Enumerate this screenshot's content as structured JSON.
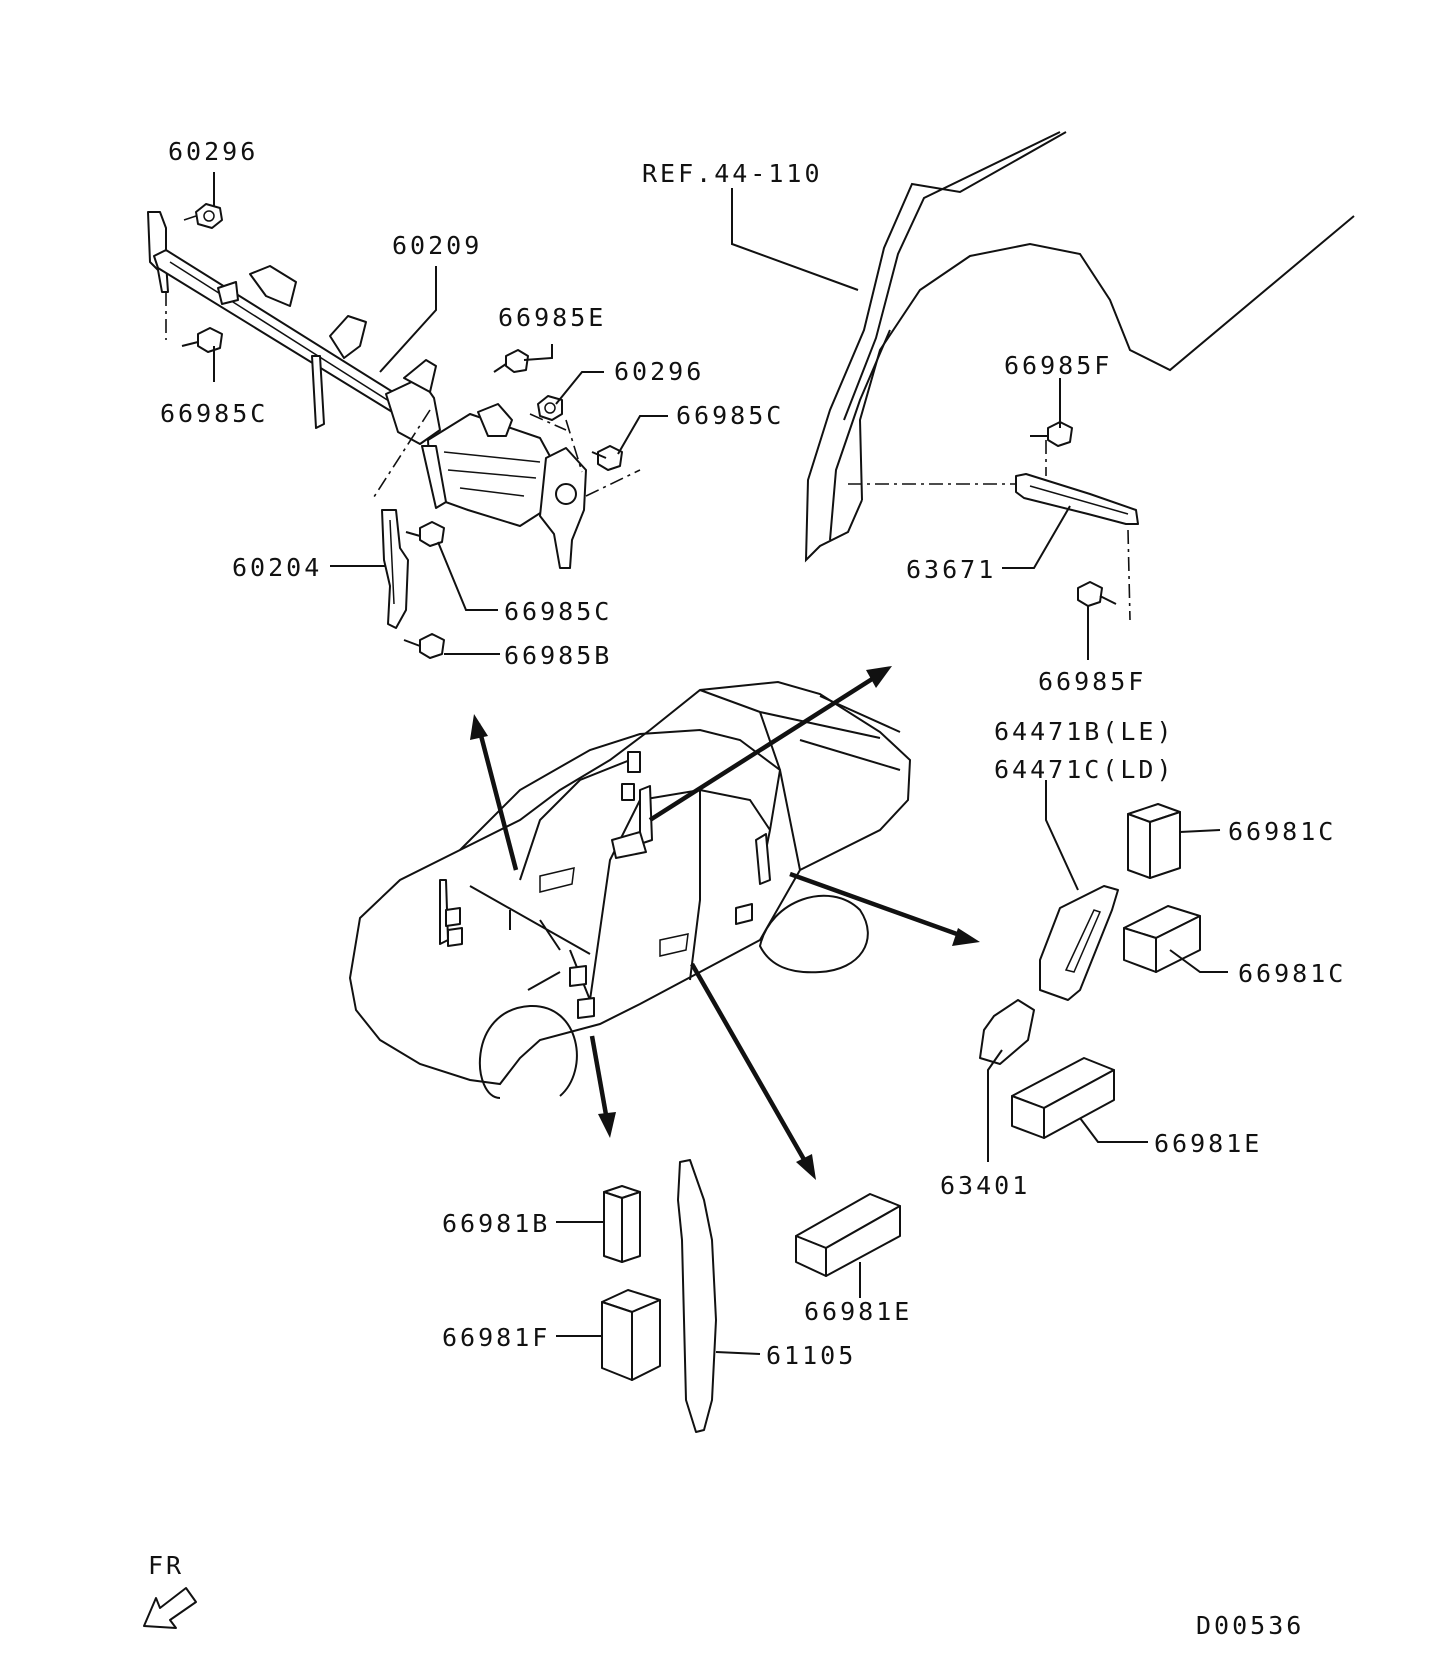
{
  "labels": {
    "p60296_top": "60296",
    "p60209": "60209",
    "p66985e": "66985E",
    "p60296_mid": "60296",
    "p66985c_left": "66985C",
    "p66985c_right": "66985C",
    "p60204": "60204",
    "p66985c_low": "66985C",
    "p66985b": "66985B",
    "ref": "REF.44-110",
    "p66985f_top": "66985F",
    "p63671": "63671",
    "p66985f_bottom": "66985F",
    "p64471b": "64471B(LE)",
    "p64471c": "64471C(LD)",
    "p66981c_top": "66981C",
    "p66981c_mid": "66981C",
    "p66981e_right": "66981E",
    "p63401": "63401",
    "p66981b": "66981B",
    "p66981f": "66981F",
    "p61105": "61105",
    "p66981e_center": "66981E",
    "fr": "FR",
    "code": "D00536"
  },
  "colors": {
    "line": "#111111",
    "background": "#ffffff"
  },
  "icons": {
    "front_direction": "front-arrow-icon"
  }
}
